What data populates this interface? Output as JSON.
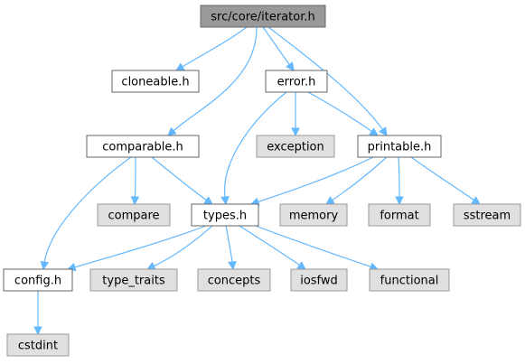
{
  "diagram": {
    "root": "src/core/iterator.h",
    "nodes": [
      {
        "id": "iterator",
        "label": "src/core/iterator.h",
        "style": "root"
      },
      {
        "id": "cloneable",
        "label": "cloneable.h",
        "style": "project"
      },
      {
        "id": "error",
        "label": "error.h",
        "style": "project"
      },
      {
        "id": "comparable",
        "label": "comparable.h",
        "style": "project"
      },
      {
        "id": "exception",
        "label": "exception",
        "style": "system"
      },
      {
        "id": "printable",
        "label": "printable.h",
        "style": "project"
      },
      {
        "id": "compare",
        "label": "compare",
        "style": "system"
      },
      {
        "id": "types",
        "label": "types.h",
        "style": "project"
      },
      {
        "id": "memory",
        "label": "memory",
        "style": "system"
      },
      {
        "id": "format",
        "label": "format",
        "style": "system"
      },
      {
        "id": "sstream",
        "label": "sstream",
        "style": "system"
      },
      {
        "id": "config",
        "label": "config.h",
        "style": "project"
      },
      {
        "id": "type_traits",
        "label": "type_traits",
        "style": "system"
      },
      {
        "id": "concepts",
        "label": "concepts",
        "style": "system"
      },
      {
        "id": "iosfwd",
        "label": "iosfwd",
        "style": "system"
      },
      {
        "id": "functional",
        "label": "functional",
        "style": "system"
      },
      {
        "id": "cstdint",
        "label": "cstdint",
        "style": "system"
      }
    ],
    "edges": [
      [
        "iterator",
        "cloneable"
      ],
      [
        "iterator",
        "error"
      ],
      [
        "iterator",
        "comparable"
      ],
      [
        "iterator",
        "printable"
      ],
      [
        "error",
        "exception"
      ],
      [
        "error",
        "printable"
      ],
      [
        "error",
        "types"
      ],
      [
        "comparable",
        "compare"
      ],
      [
        "comparable",
        "types"
      ],
      [
        "comparable",
        "config"
      ],
      [
        "printable",
        "types"
      ],
      [
        "printable",
        "memory"
      ],
      [
        "printable",
        "format"
      ],
      [
        "printable",
        "sstream"
      ],
      [
        "types",
        "config"
      ],
      [
        "types",
        "type_traits"
      ],
      [
        "types",
        "concepts"
      ],
      [
        "types",
        "iosfwd"
      ],
      [
        "types",
        "functional"
      ],
      [
        "config",
        "cstdint"
      ]
    ],
    "colors": {
      "root_fill": "#999999",
      "system_fill": "#e0e0e0",
      "system_stroke": "#999999",
      "project_fill": "#ffffff",
      "project_stroke": "#666666",
      "edge": "#63b8ff"
    }
  }
}
